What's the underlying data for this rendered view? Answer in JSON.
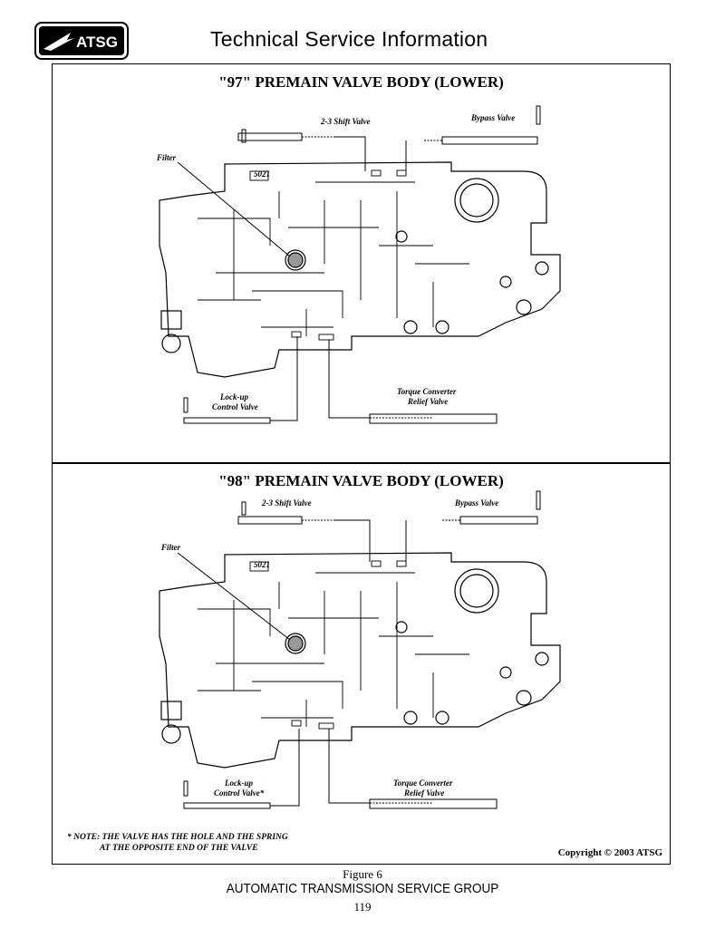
{
  "header": {
    "logo_text": "ATSG",
    "title": "Technical Service Information"
  },
  "panels": [
    {
      "title": "\"97\" PREMAIN VALVE BODY (LOWER)",
      "plate_code": "5021",
      "labels": {
        "shift_valve": "2-3 Shift Valve",
        "bypass_valve": "Bypass Valve",
        "filter": "Filter",
        "lockup_line1": "Lock-up",
        "lockup_line2": "Control Valve",
        "torque_line1": "Torque Converter",
        "torque_line2": "Relief Valve"
      }
    },
    {
      "title": "\"98\" PREMAIN VALVE BODY (LOWER)",
      "plate_code": "5021",
      "labels": {
        "shift_valve": "2-3 Shift Valve",
        "bypass_valve": "Bypass Valve",
        "filter": "Filter",
        "lockup_line1": "Lock-up",
        "lockup_line2": "Control Valve*",
        "torque_line1": "Torque Converter",
        "torque_line2": "Relief Valve"
      }
    }
  ],
  "note": {
    "line1": "* NOTE: THE VALVE HAS THE HOLE AND THE SPRING",
    "line2": "AT THE OPPOSITE END OF THE VALVE"
  },
  "copyright": "Copyright © 2003 ATSG",
  "footer": {
    "figure": "Figure 6",
    "organization": "AUTOMATIC TRANSMISSION SERVICE GROUP",
    "page": "119"
  }
}
